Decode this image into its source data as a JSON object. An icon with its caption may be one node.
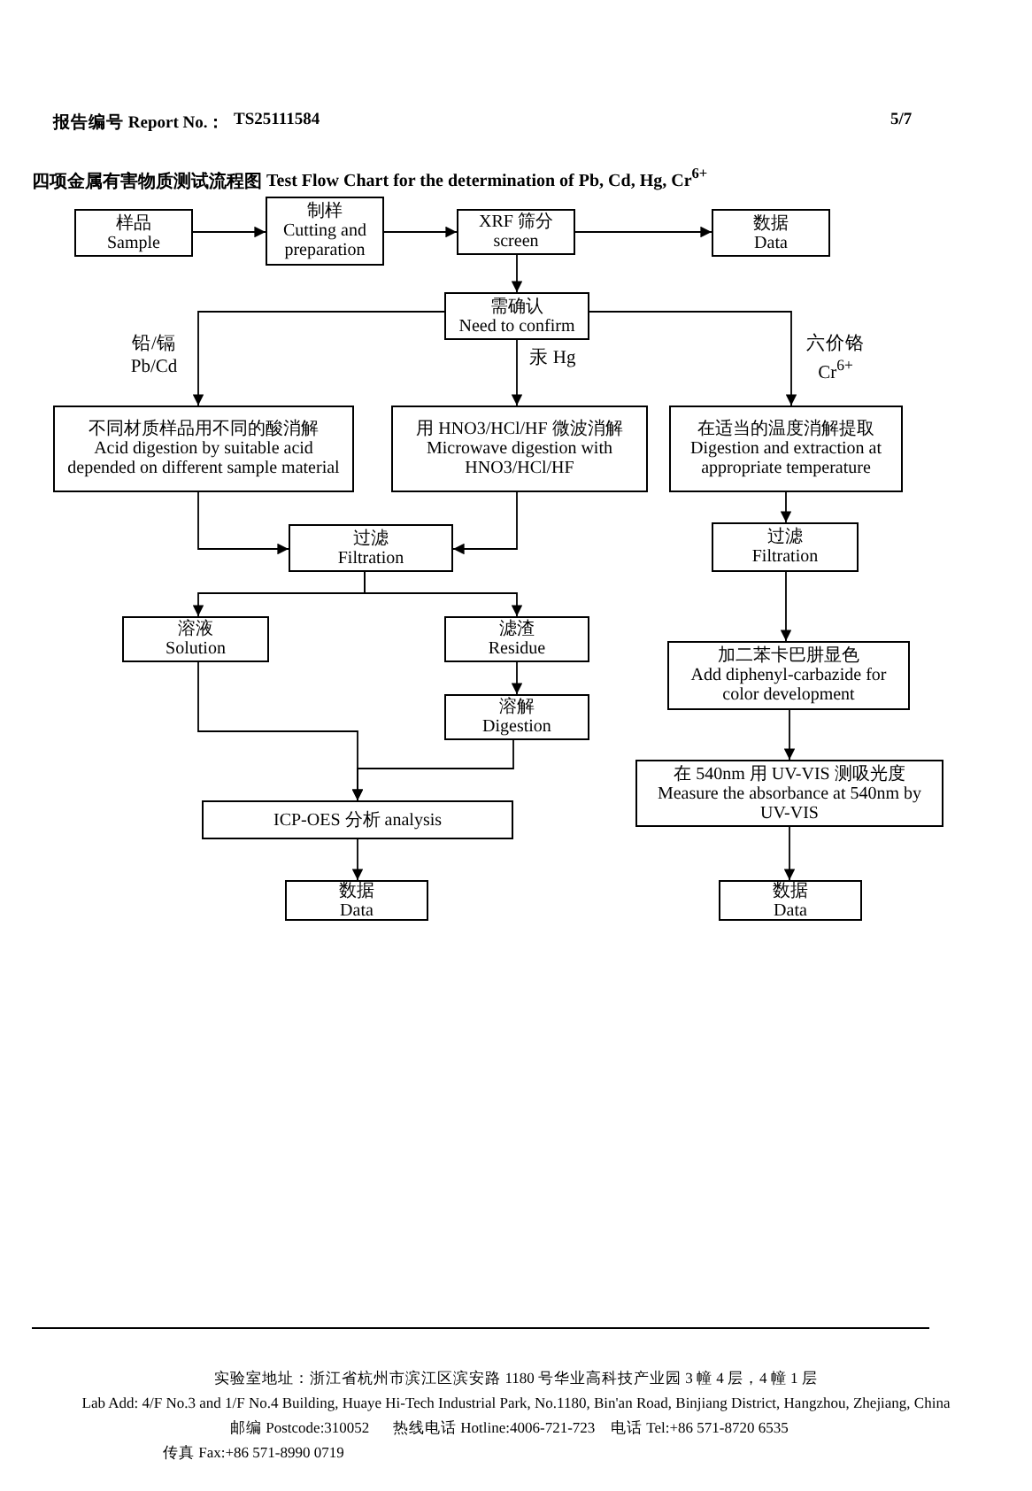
{
  "diagram": {
    "title": "四项金属有害物质测试流程图 **Test Flow Chart for the determination of Pb, Cd, Hg, Cr$^{6+}$**",
    "nodes": [
      {
        "text": [
          "样品 Sample"
        ]
      },
      {
        "text": [
          "制样 Cutting and preparation"
        ]
      },
      {
        "text": [
          "XRF 筛分 screen"
        ]
      },
      {
        "text": [
          "数据 Data"
        ]
      },
      {
        "text": [
          "需确认 Need to confirm"
        ]
      },
      {
        "text": [
          "不同材质样品用不同的酸消解 Acid digestion by suitable acid depended on different sample material"
        ]
      },
      {
        "text": [
          "用 HNO3/HCl/HF 微波消解 Microwave digestion with HNO3/HCl/HF"
        ]
      },
      {
        "text": [
          "在适当的温度消解提取 Digestion and extraction at appropriate temperature"
        ]
      },
      {
        "text": [
          "过滤 Filtration"
        ]
      },
      {
        "text": [
          "过滤 Filtration"
        ]
      },
      {
        "text": [
          "溶液 Solution"
        ]
      },
      {
        "text": [
          "滤渣 Residue"
        ]
      },
      {
        "text": [
          "溶解 Digestion"
        ]
      },
      {
        "text": [
          "ICP-OES 分析 analysis"
        ]
      },
      {
        "text": [
          "数据 Data"
        ]
      },
      {
        "text": [
          "加二苯卡巴肼显色 Add diphenyl-carbazide for color development"
        ]
      },
      {
        "text": [
          "在 540nm 用 UV-VIS 测吸光度 Measure the absorbance at 540nm by UV-VIS"
        ]
      },
      {
        "text": [
          "数据 Data"
        ]
      }
    ],
    "edges": [
      {
        "from": 0,
        "to": 1,
        "arrow": "to"
      },
      {
        "from": 1,
        "to": 2,
        "arrow": "to"
      },
      {
        "from": 2,
        "to": 3,
        "arrow": "to"
      },
      {
        "from": 2,
        "to": 4,
        "arrow": "to"
      },
      {
        "from": 4,
        "to": 5,
        "arrow": "to",
        "label": "铅/镉 Pb/Cd"
      },
      {
        "from": 4,
        "to": 6,
        "arrow": "to",
        "label": "汞 Hg"
      },
      {
        "from": 4,
        "to": 7,
        "arrow": "to",
        "label": "六价铬 Cr$^{6+}$"
      },
      {
        "from": 5,
        "to": 8,
        "arrow": "to"
      },
      {
        "from": 6,
        "to": 8,
        "arrow": "to"
      },
      {
        "from": 8,
        "to": 10,
        "arrow": "to"
      },
      {
        "from": 8,
        "to": 11,
        "arrow": "to"
      },
      {
        "from": 11,
        "to": 12,
        "arrow": "to"
      },
      {
        "from": 10,
        "to": 13,
        "arrow": "to"
      },
      {
        "from": 12,
        "to": 13,
        "arrow": "to"
      },
      {
        "from": 13,
        "to": 14,
        "arrow": "to"
      },
      {
        "from": 7,
        "to": 9,
        "arrow": "to"
      },
      {
        "from": 9,
        "to": 15,
        "arrow": "to"
      },
      {
        "from": 15,
        "to": 16,
        "arrow": "to"
      },
      {
        "from": 16,
        "to": 17,
        "arrow": "to"
      }
    ],
    "labels": [
      "**报告编号 Report No.：**",
      "**TS25111584**",
      "**5/7**",
      "实验室地址：浙江省杭州市滨江区滨安路 1180 号华业高科技产业园 3 幢 4 层，4 幢 1 层",
      "Lab Add: 4/F No.3 and 1/F No.4 Building, Huaye Hi-Tech Industrial Park, No.1180, Bin'an Road, Binjiang District, Hangzhou, Zhejiang, China",
      "邮编 Postcode:310052",
      "热线电话 Hotline:4006-721-723",
      "电话 Tel:+86 571-8720 6535",
      "传真 Fax:+86 571-8990 0719"
    ]
  }
}
